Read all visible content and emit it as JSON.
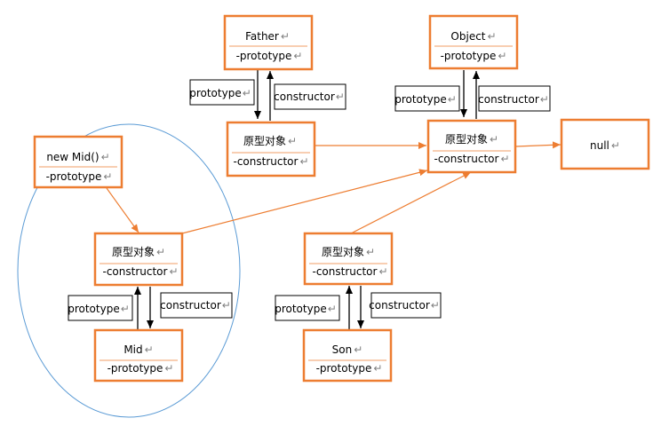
{
  "diagram": {
    "nodes": {
      "father": {
        "title": "Father",
        "field": "-prototype"
      },
      "father_proto": {
        "title": "原型对象",
        "field": "-constructor"
      },
      "object": {
        "title": "Object",
        "field": "-prototype"
      },
      "object_proto": {
        "title": "原型对象",
        "field": "-constructor"
      },
      "null": {
        "title": "null"
      },
      "new_mid": {
        "title": "new Mid()",
        "field": "-prototype"
      },
      "mid_proto": {
        "title": "原型对象",
        "field": "-constructor"
      },
      "mid": {
        "title": "Mid",
        "field": "-prototype"
      },
      "son_proto": {
        "title": "原型对象",
        "field": "-constructor"
      },
      "son": {
        "title": "Son",
        "field": "-prototype"
      }
    },
    "labels": {
      "father_prototype": "prototype",
      "father_constructor": "constructor",
      "object_prototype": "prototype",
      "object_constructor": "constructor",
      "mid_prototype": "prototype",
      "mid_constructor": "constructor",
      "son_prototype": "prototype",
      "son_constructor": "constructor"
    },
    "mark": "↵",
    "colors": {
      "box_border": "#ED7D31",
      "arrow_orange": "#ED7D31",
      "arrow_black": "#000000",
      "ellipse": "#5B9BD5"
    }
  }
}
